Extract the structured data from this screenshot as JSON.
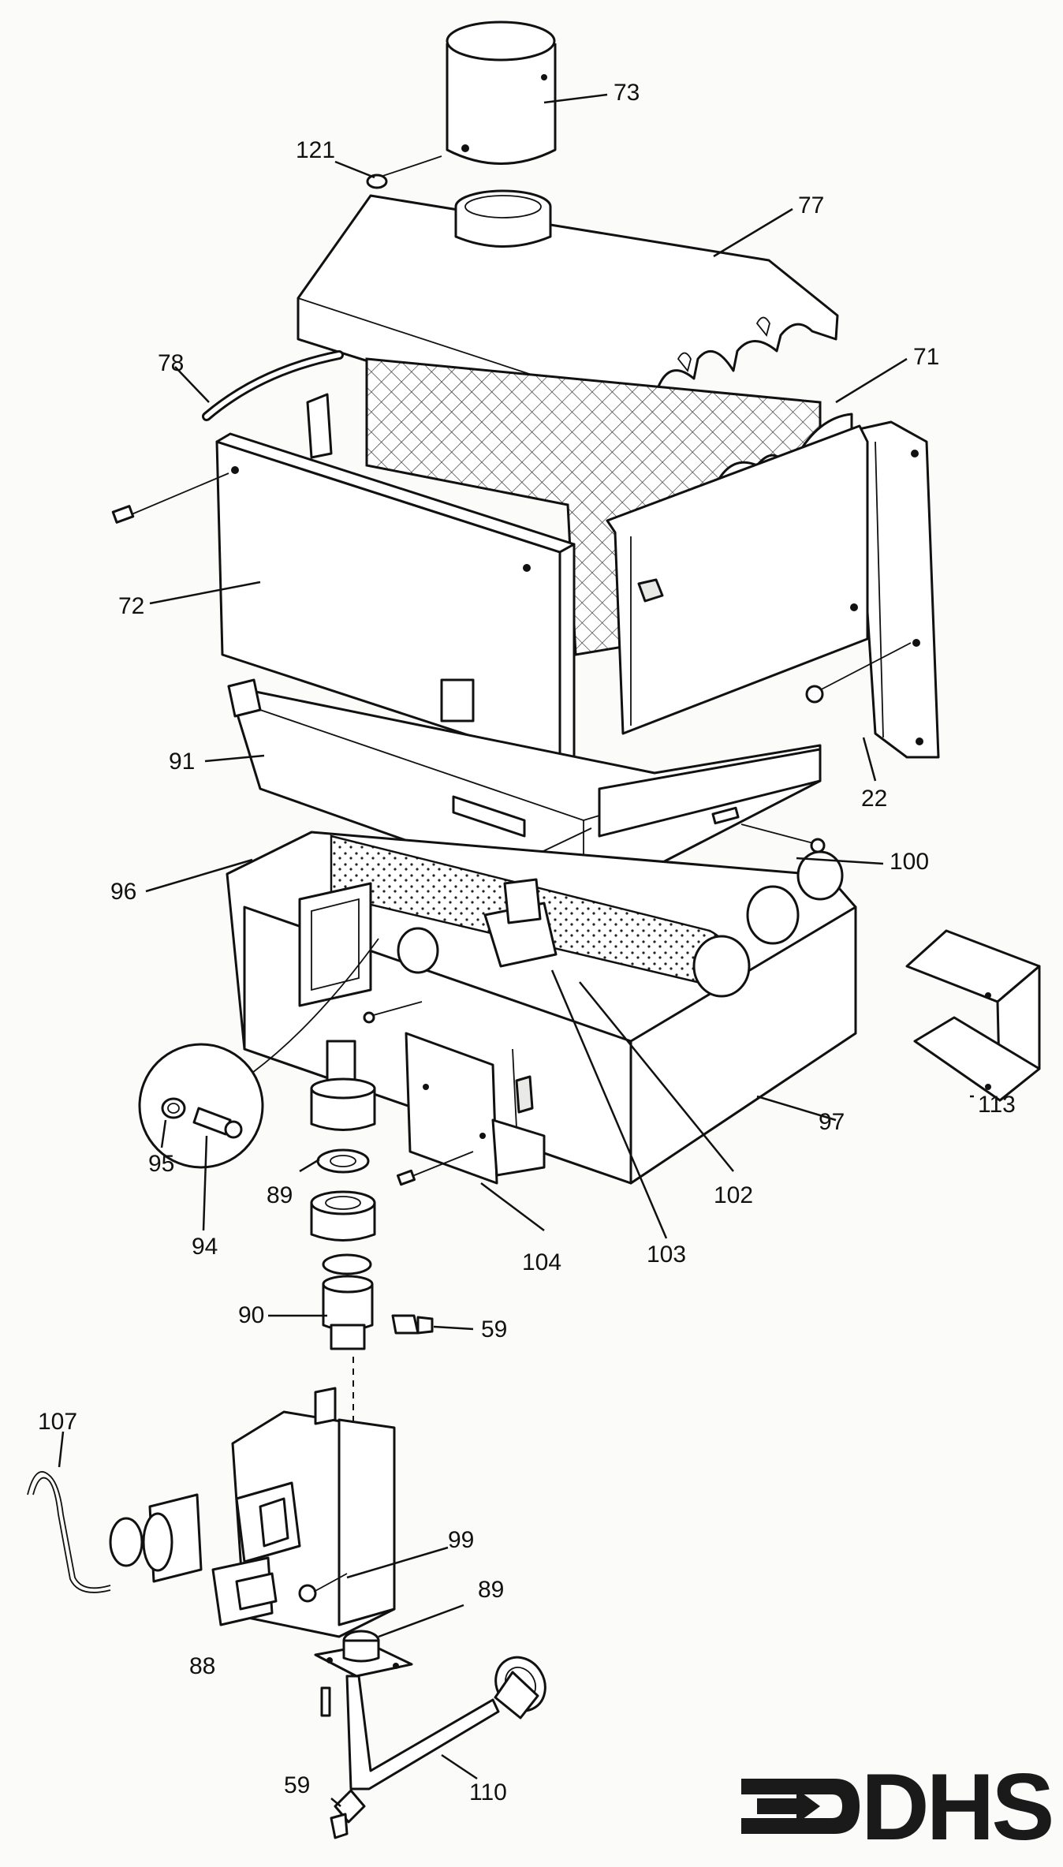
{
  "diagram": {
    "callouts": [
      {
        "id": "c73",
        "text": "73"
      },
      {
        "id": "c121",
        "text": "121"
      },
      {
        "id": "c77",
        "text": "77"
      },
      {
        "id": "c78",
        "text": "78"
      },
      {
        "id": "c71",
        "text": "71"
      },
      {
        "id": "c72",
        "text": "72"
      },
      {
        "id": "c22",
        "text": "22"
      },
      {
        "id": "c91",
        "text": "91"
      },
      {
        "id": "c100",
        "text": "100"
      },
      {
        "id": "c96",
        "text": "96"
      },
      {
        "id": "c113",
        "text": "113"
      },
      {
        "id": "c97",
        "text": "97"
      },
      {
        "id": "c95",
        "text": "95"
      },
      {
        "id": "c89a",
        "text": "89"
      },
      {
        "id": "c94",
        "text": "94"
      },
      {
        "id": "c104",
        "text": "104"
      },
      {
        "id": "c103",
        "text": "103"
      },
      {
        "id": "c102",
        "text": "102"
      },
      {
        "id": "c90",
        "text": "90"
      },
      {
        "id": "c59a",
        "text": "59"
      },
      {
        "id": "c107",
        "text": "107"
      },
      {
        "id": "c99",
        "text": "99"
      },
      {
        "id": "c89b",
        "text": "89"
      },
      {
        "id": "c88",
        "text": "88"
      },
      {
        "id": "c59b",
        "text": "59"
      },
      {
        "id": "c110",
        "text": "110"
      }
    ]
  },
  "logo": {
    "text": "DHS",
    "icon": "dhs-arrow-logo-icon"
  }
}
